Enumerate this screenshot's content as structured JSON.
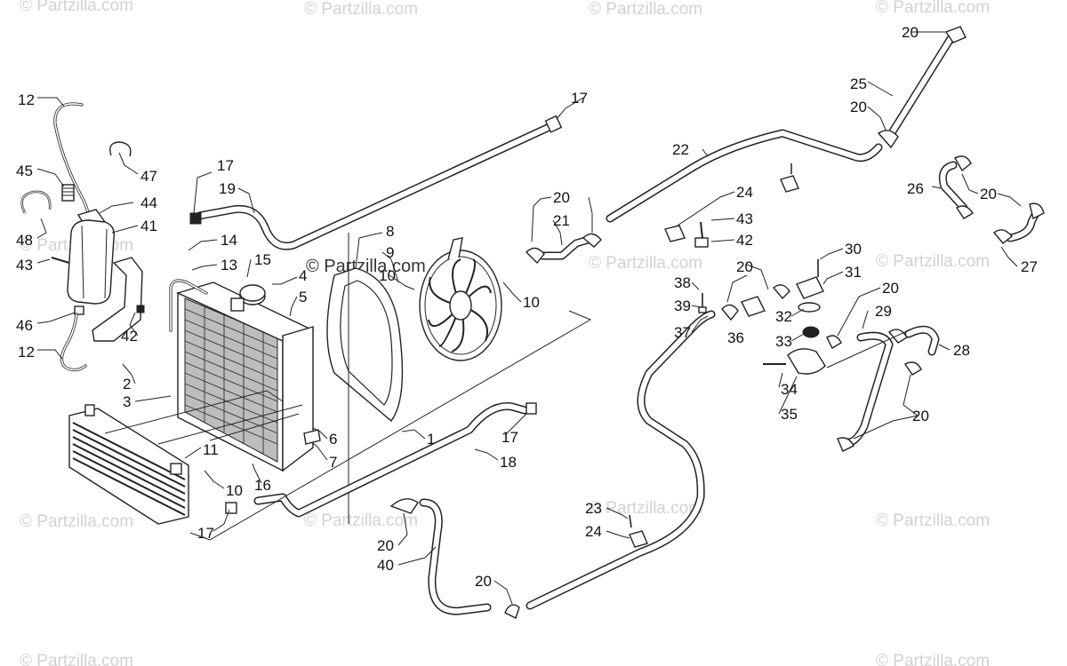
{
  "watermarks": [
    "© Partzilla.com",
    "© Partzilla.com",
    "© Partzilla.com",
    "© Partzilla.com",
    "© Partzilla.com",
    "© Partzilla.com",
    "© Partzilla.com",
    "© Partzilla.com",
    "© Partzilla.com",
    "© Partzilla.com",
    "© Partzilla.com",
    "© Partzilla.com",
    "© Partzilla.com"
  ],
  "center_watermark": "© Partzilla.com",
  "callouts": [
    "12",
    "45",
    "47",
    "44",
    "41",
    "48",
    "43",
    "46",
    "42",
    "12",
    "17",
    "19",
    "14",
    "13",
    "15",
    "4",
    "5",
    "8",
    "9",
    "10",
    "10",
    "2",
    "3",
    "11",
    "10",
    "16",
    "6",
    "7",
    "17",
    "1",
    "17",
    "18",
    "17",
    "22",
    "20",
    "21",
    "24",
    "43",
    "42",
    "20",
    "25",
    "20",
    "26",
    "20",
    "27",
    "38",
    "39",
    "37",
    "20",
    "36",
    "30",
    "31",
    "32",
    "33",
    "20",
    "29",
    "28",
    "34",
    "35",
    "20",
    "23",
    "24",
    "20",
    "40",
    "20"
  ]
}
